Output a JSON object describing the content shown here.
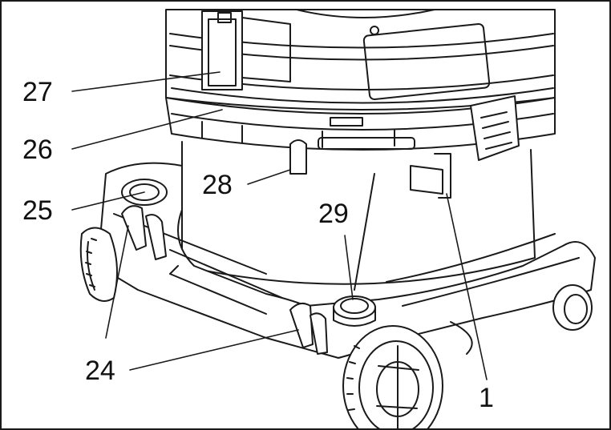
{
  "figure": {
    "callouts": [
      {
        "id": "c27",
        "label": "27"
      },
      {
        "id": "c26",
        "label": "26"
      },
      {
        "id": "c25",
        "label": "25"
      },
      {
        "id": "c28",
        "label": "28"
      },
      {
        "id": "c29",
        "label": "29"
      },
      {
        "id": "c24",
        "label": "24"
      },
      {
        "id": "c1",
        "label": "1"
      }
    ],
    "ink_color": "#1a1a1a",
    "background": "#ffffff"
  }
}
